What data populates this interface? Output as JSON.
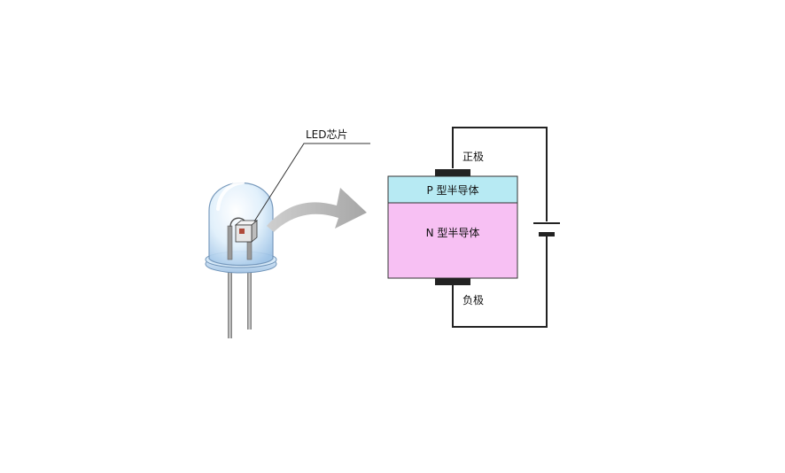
{
  "diagram": {
    "chip_label": "LED芯片",
    "p_layer_label": "P 型半导体",
    "n_layer_label": "N 型半导体",
    "anode_label": "正极",
    "cathode_label": "负极"
  },
  "colors": {
    "p_layer": "#b7eaf3",
    "n_layer": "#f7c0f3",
    "arrow": "#a8a8a8",
    "wire": "#222222",
    "electrode": "#222222"
  }
}
